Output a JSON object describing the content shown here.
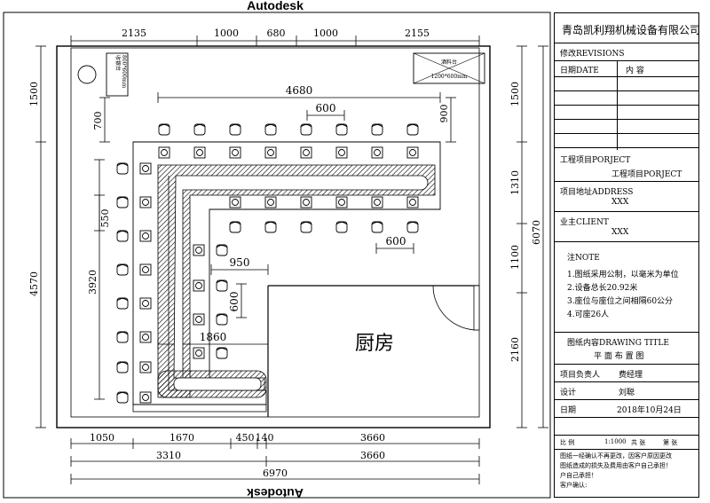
{
  "brand": "Autodesk",
  "dims": {
    "top": [
      "2135",
      "1000",
      "680",
      "1000",
      "2155"
    ],
    "bottom_row1": [
      "1050",
      "1670",
      "450",
      "140",
      "3660"
    ],
    "bottom_row2": [
      "3310",
      "3660"
    ],
    "bottom_row3": "6970",
    "left_outer": [
      "1500",
      "4570"
    ],
    "left_inner": [
      "700",
      "550",
      "3920"
    ],
    "right_inner": [
      "900",
      "1310",
      "1100",
      "2160"
    ],
    "right_outer": [
      "1500",
      "6070"
    ],
    "inner": {
      "top_span": "4680",
      "seat_spacing_top": "600",
      "seat_spacing_mid": "600",
      "w950": "950",
      "v600": "600",
      "w1860": "1860"
    }
  },
  "plan": {
    "cashier": "收银台",
    "cashier_size": "800*600mm",
    "drinks": "酒料台",
    "drinks_size": "1200*600mm",
    "kitchen": "厨房"
  },
  "title_block": {
    "company": "青岛凯利翔机械设备有限公司",
    "revisions": "修改REVISIONS",
    "date_label": "日期DATE",
    "content_label": "内 容",
    "project_label": "工程项目PORJECT",
    "project_value": "工程项目PORJECT",
    "address_label": "项目地址ADDRESS",
    "address_value": "XXX",
    "client_label": "业主CLIENT",
    "client_value": "XXX",
    "note_label": "注NOTE",
    "notes": [
      "1.图纸采用公制，以毫米为单位",
      "2.设备总长20.92米",
      "3.座位与座位之间相隔60公分",
      "4.可座26人"
    ],
    "drawing_title_label": "图纸内容DRAWING TITLE",
    "drawing_title": "平 面 布 置 图",
    "manager_label": "项目负责人",
    "manager": "费经理",
    "design_label": "设计",
    "designer": "刘聪",
    "date_row_label": "日期",
    "date_value": "2018年10月24日",
    "scale_label": "比  例",
    "scale_value": "1:1000",
    "sheet_total": "共  张",
    "sheet_no": "第  张",
    "disclaimer": [
      "图纸一经确认不再更改，因客户原因更改",
      "图纸造成的损失及费用由客户自己承担！",
      "户自己承担！"
    ],
    "client_confirm": "客户确认:"
  }
}
